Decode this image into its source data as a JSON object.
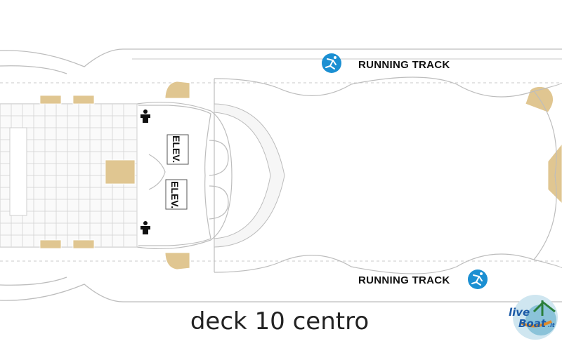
{
  "deck": {
    "caption": "deck 10 centro",
    "running_track_top": "RUNNING TRACK",
    "running_track_bottom": "RUNNING TRACK",
    "elevator_top": "ELEV.",
    "elevator_bottom": "ELEV."
  },
  "logo": {
    "brand_line1": "live",
    "brand_line2": "Boat",
    "brand_suffix": ".it"
  },
  "icons": [
    "running-track-icon",
    "restroom-icon",
    "elevator-icon"
  ],
  "colors": {
    "outline": "#b9b9b9",
    "stairs": "#e0c691",
    "track_icon": "#1b8fd2",
    "grid": "#d9d9d9"
  }
}
